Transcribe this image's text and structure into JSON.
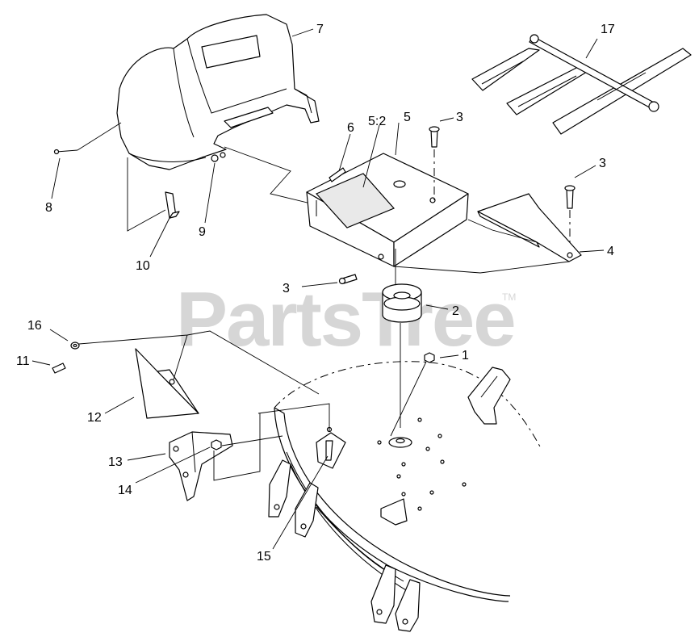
{
  "watermark": {
    "text": "PartsTree",
    "mark": "TM",
    "color": "#d6d6d6"
  },
  "callouts": {
    "c1": "1",
    "c2": "2",
    "c3a": "3",
    "c3b": "3",
    "c3c": "3",
    "c4": "4",
    "c5": "5",
    "c52": "5:2",
    "c6": "6",
    "c7": "7",
    "c8": "8",
    "c9": "9",
    "c10": "10",
    "c11": "11",
    "c12": "12",
    "c13": "13",
    "c14": "14",
    "c15": "15",
    "c16": "16",
    "c17": "17"
  }
}
